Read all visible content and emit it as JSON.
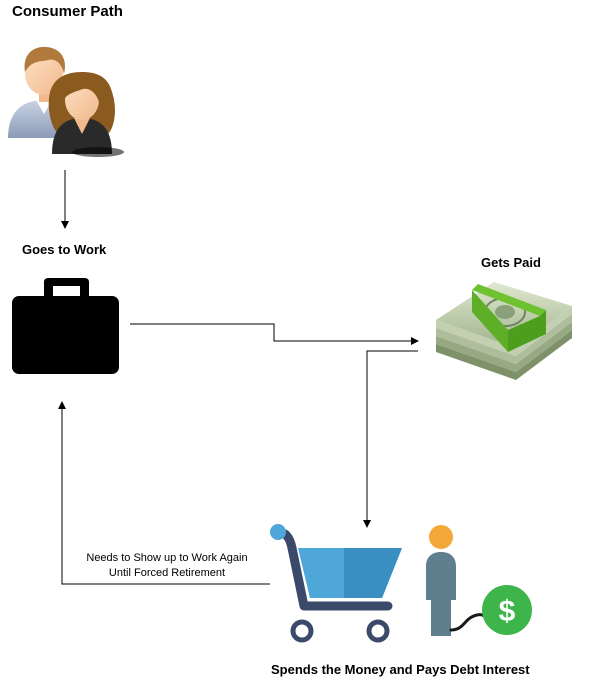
{
  "title": "Consumer Path",
  "nodes": {
    "consumers": {
      "label": "",
      "icon": "consumers-icon"
    },
    "work": {
      "label": "Goes to Work",
      "icon": "briefcase-icon"
    },
    "paid": {
      "label": "Gets Paid",
      "icon": "money-stack-icon"
    },
    "spend": {
      "label": "Spends the Money and Pays Debt Interest",
      "icon": "shopping-cart-icon"
    }
  },
  "loop_edge": {
    "line1": "Needs to Show up to Work Again",
    "line2": "Until Forced Retirement"
  },
  "dollar_symbol": "$",
  "colors": {
    "briefcase": "#000000",
    "cart_frame": "#3b4a6b",
    "cart_basket_light": "#4ea7d8",
    "cart_basket_dark": "#3a8fc2",
    "person_head": "#f4a83a",
    "person_body": "#5f7f8f",
    "dollar_coin": "#3db54a",
    "money_band": "#6ec22f",
    "money_bill": "#b9c9a3"
  }
}
